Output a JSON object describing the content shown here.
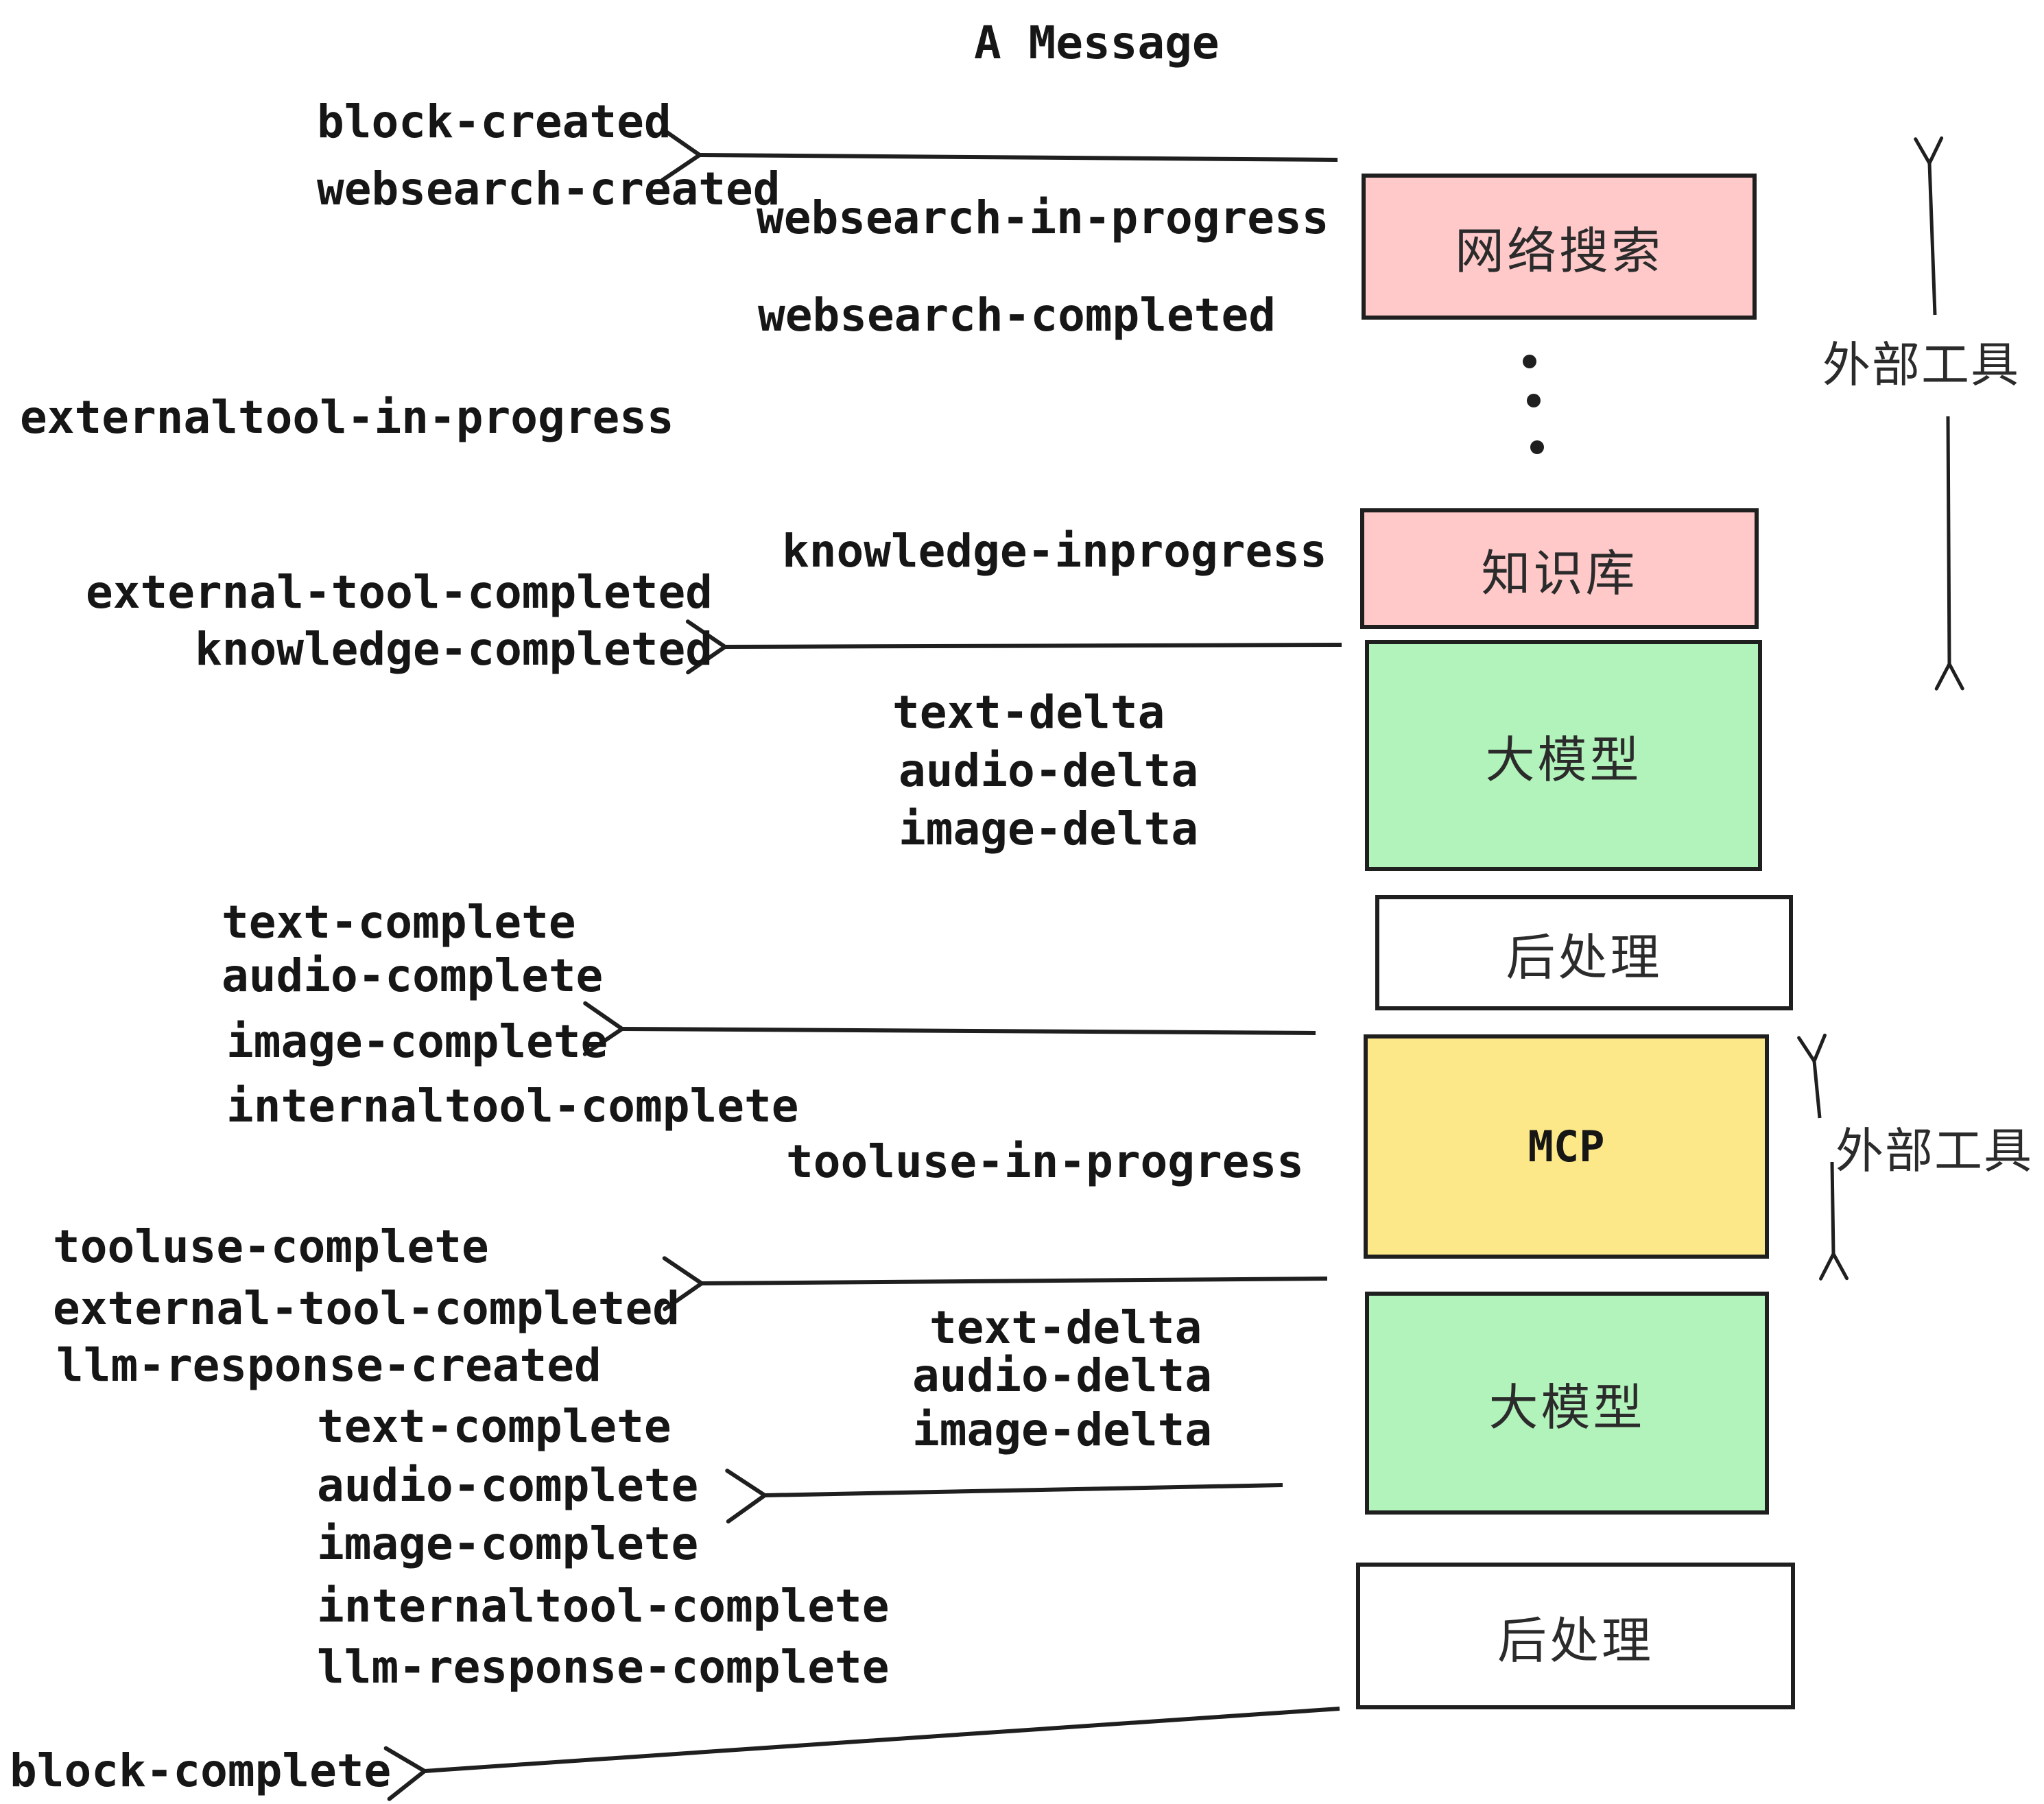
{
  "title": "A Message",
  "nodes": [
    {
      "id": "websearch",
      "label": "网络搜索",
      "color": "#ffc9c9"
    },
    {
      "id": "knowledge",
      "label": "知识库",
      "color": "#ffc9c9"
    },
    {
      "id": "llm-1",
      "label": "大模型",
      "color": "#b2f2bb"
    },
    {
      "id": "post-1",
      "label": "后处理",
      "color": "#ffffff"
    },
    {
      "id": "mcp",
      "label": "MCP",
      "color": "#fce888"
    },
    {
      "id": "llm-2",
      "label": "大模型",
      "color": "#b2f2bb"
    },
    {
      "id": "post-2",
      "label": "后处理",
      "color": "#ffffff"
    }
  ],
  "side_labels": [
    {
      "label": "外部工具"
    },
    {
      "label": "外部工具"
    }
  ],
  "events": [
    {
      "text": "block-created"
    },
    {
      "text": "websearch-created"
    },
    {
      "text": "websearch-in-progress"
    },
    {
      "text": "websearch-completed"
    },
    {
      "text": "externaltool-in-progress"
    },
    {
      "text": "knowledge-inprogress"
    },
    {
      "text": "external-tool-completed"
    },
    {
      "text": "knowledge-completed"
    },
    {
      "text": "text-delta"
    },
    {
      "text": "audio-delta"
    },
    {
      "text": "image-delta"
    },
    {
      "text": "text-complete"
    },
    {
      "text": "audio-complete"
    },
    {
      "text": "image-complete"
    },
    {
      "text": "internaltool-complete"
    },
    {
      "text": "tooluse-in-progress"
    },
    {
      "text": "tooluse-complete"
    },
    {
      "text": "external-tool-completed"
    },
    {
      "text": "llm-response-created"
    },
    {
      "text": "text-delta"
    },
    {
      "text": "audio-delta"
    },
    {
      "text": "image-delta"
    },
    {
      "text": "text-complete"
    },
    {
      "text": "audio-complete"
    },
    {
      "text": "image-complete"
    },
    {
      "text": "internaltool-complete"
    },
    {
      "text": "llm-response-complete"
    },
    {
      "text": "block-complete"
    }
  ],
  "colors": {
    "pink": "#ffc9c9",
    "green": "#b2f2bb",
    "yellow": "#fce888",
    "line": "#1f1f1f",
    "background": "#ffffff"
  }
}
